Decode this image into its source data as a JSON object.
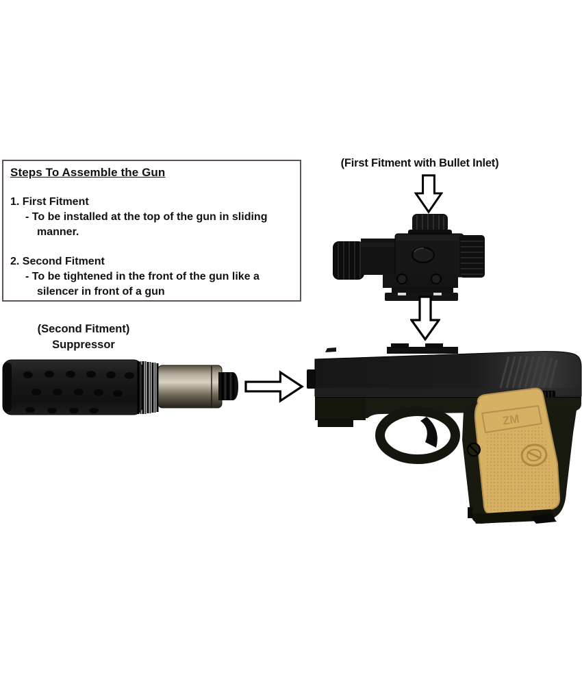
{
  "instructions_box": {
    "title": "Steps To Assemble the Gun",
    "steps": [
      {
        "label": "1. First Fitment",
        "detail_lines": [
          "- To be installed at the top of the gun in sliding",
          "manner."
        ]
      },
      {
        "label": "2. Second Fitment",
        "detail_lines": [
          "- To be tightened in the front of the gun like a",
          "silencer in front of a gun"
        ]
      }
    ]
  },
  "annotations": {
    "first_fitment_label": "(First Fitment with Bullet Inlet)",
    "second_fitment_label": "(Second Fitment)",
    "second_fitment_sublabel": "Suppressor"
  },
  "pistol": {
    "grip_marking": "ZM"
  },
  "icons": {
    "arrow_down_top": "down-arrow",
    "arrow_down_mid": "down-arrow",
    "arrow_right": "right-arrow"
  },
  "colors": {
    "background": "#ffffff",
    "box_border": "#60515a",
    "text": "#111111",
    "gun_black": "#181818",
    "frame_olive_black": "#191b13",
    "grip_tan": "#d7b163",
    "grip_tan_shadow": "#b2904d",
    "metal_silver": "#c9c2b2",
    "arrow_outline": "#000000",
    "arrow_fill": "#ffffff"
  }
}
